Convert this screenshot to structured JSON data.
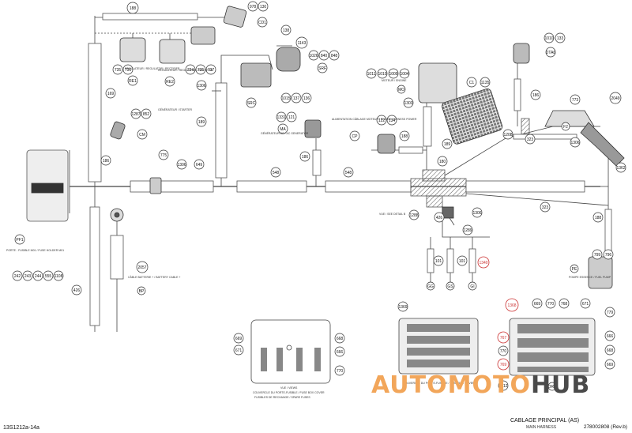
{
  "footer": {
    "code_left": "13S1212a-14a",
    "title_fr": "CABLAGE PRINCIPAL (AS)",
    "title_en": "MAIN HARNESS",
    "part_number": "278002808 (Rev.b)"
  },
  "watermark": {
    "part1": "AUTO",
    "part2": "MOTO",
    "part3": "HUB"
  },
  "labels": {
    "regulateur": "RÉGULATEUR / REGULATOR / RECTIFIER",
    "regulateur2": "RÉGULATEUR / REGULATOR / RECTIFIER",
    "generateur_starter": "GÉNÉRATEUR / STARTER",
    "generateur_ac": "GÉNÉRATEUR AC / AC GENERATOR",
    "moteur": "MOTEUR / ENGINE",
    "alimentation": "ALIMENTATION CÂBLAGE MOTEUR / ENGINE HARNESS POWER",
    "porte_fusible": "PORTE - FUSIBLE M01 / FUSE HOLDER M01",
    "cable_batterie": "CÂBLE BATTERIE + / BATTERY CABLE +",
    "pompe": "POMPE ESSENCE / FUEL PUMP",
    "vue_detail": "VUE / SEE DETAIL B",
    "vue_views": "VUE / VIEWS",
    "fusebox_a": "COUVERCLE DU PORTE-FUSIBLE / FUSE BOX COVER",
    "fusebox_a2": "FUSIBLES DE RECHANGE / SPARE FUSES",
    "fusebox_b": "COUVERCLE DU PORTE-FUSIBLE / FUSE BOX COVER"
  },
  "callouts": {
    "c188": "188",
    "c978": "978",
    "c130": "130",
    "c138": "138",
    "cCD1": "CD1",
    "c1143": "1143",
    "c1026": "1026",
    "c840": "840",
    "c848": "848",
    "cSRF": "SRF",
    "c1015": "1015",
    "c137": "137",
    "c136a": "136",
    "cSRC": "SRC",
    "c735": "735",
    "c736": "736",
    "cRE1": "RE1",
    "c734": "734",
    "c735b": "735",
    "c737": "737",
    "cRE2": "RE2",
    "c169": "169",
    "c1287": "1287",
    "c852": "852",
    "cCM": "CM",
    "c1306a": "1306",
    "c189": "189",
    "c1331": "1331",
    "c121": "121",
    "cMA": "MA",
    "c186a": "186",
    "c186b": "186",
    "c775": "775",
    "c1306b": "1306",
    "c649": "649",
    "c548a": "548",
    "c548b": "548",
    "c1011": "1011",
    "c1010": "1010",
    "c1009": "1009",
    "c1004": "1004",
    "cMO": "MO",
    "c1303": "1303",
    "cC1": "C1",
    "c1135": "1135",
    "c1010b": "1010",
    "c133": "133",
    "cDTA6": "DTA6",
    "c186c": "186",
    "c773": "773",
    "c2049": "2049",
    "c122": "122",
    "c134": "134",
    "cCP": "CP",
    "c188b": "188",
    "c189b": "189",
    "c180": "180",
    "c1208": "1208",
    "c323a": "323",
    "c1306c": "1306",
    "cF2": "F2",
    "c1362": "1362",
    "c323b": "323",
    "c1288": "1288",
    "c426": "426",
    "c1306d": "1306",
    "c1289": "1289",
    "c101a": "101",
    "c101b": "101",
    "c1340": "1340",
    "cGG": "GG",
    "cGS": "GS",
    "cGI": "GI",
    "c188c": "188",
    "c799": "799",
    "c796": "796",
    "cPE": "PE",
    "cPF1": "PF1",
    "c242": "242",
    "c243": "243",
    "c244": "244",
    "c555": "555",
    "c1108": "1108",
    "c426b": "426",
    "c2057": "2057",
    "cBP": "BP",
    "c669a": "669",
    "c671a": "671",
    "c668a": "668",
    "c666a": "666",
    "c770a": "770",
    "c1369": "1369",
    "c1368": "1368",
    "c669b": "669",
    "c770b": "770",
    "c768": "768",
    "c671b": "671",
    "c779": "779",
    "c767": "767",
    "c770c": "770",
    "c769": "769",
    "c666b": "666",
    "c668b": "668",
    "c669c": "669",
    "c1212": "1212",
    "cDRA": "DRA"
  }
}
